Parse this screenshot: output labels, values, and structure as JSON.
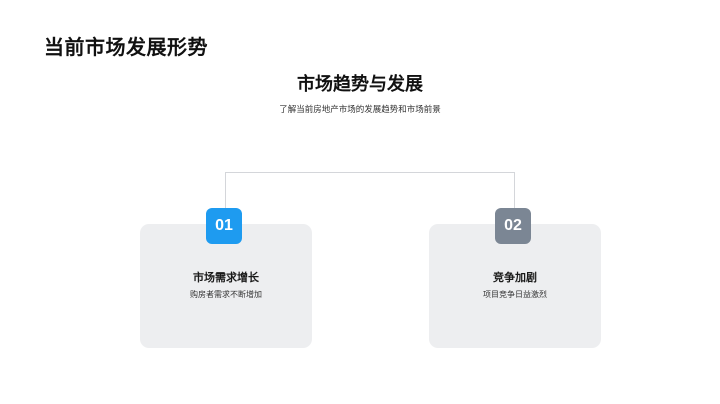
{
  "page": {
    "title": "当前市场发展形势"
  },
  "section": {
    "title": "市场趋势与发展",
    "subtitle": "了解当前房地产市场的发展趋势和市场前景"
  },
  "colors": {
    "badge_primary": "#1e9bf0",
    "badge_secondary": "#7b8694",
    "card_background": "#edeef0",
    "connector": "#d4d6da"
  },
  "cards": [
    {
      "number": "01",
      "title": "市场需求增长",
      "description": "购房者需求不断增加"
    },
    {
      "number": "02",
      "title": "竞争加剧",
      "description": "项目竞争日益激烈"
    }
  ]
}
